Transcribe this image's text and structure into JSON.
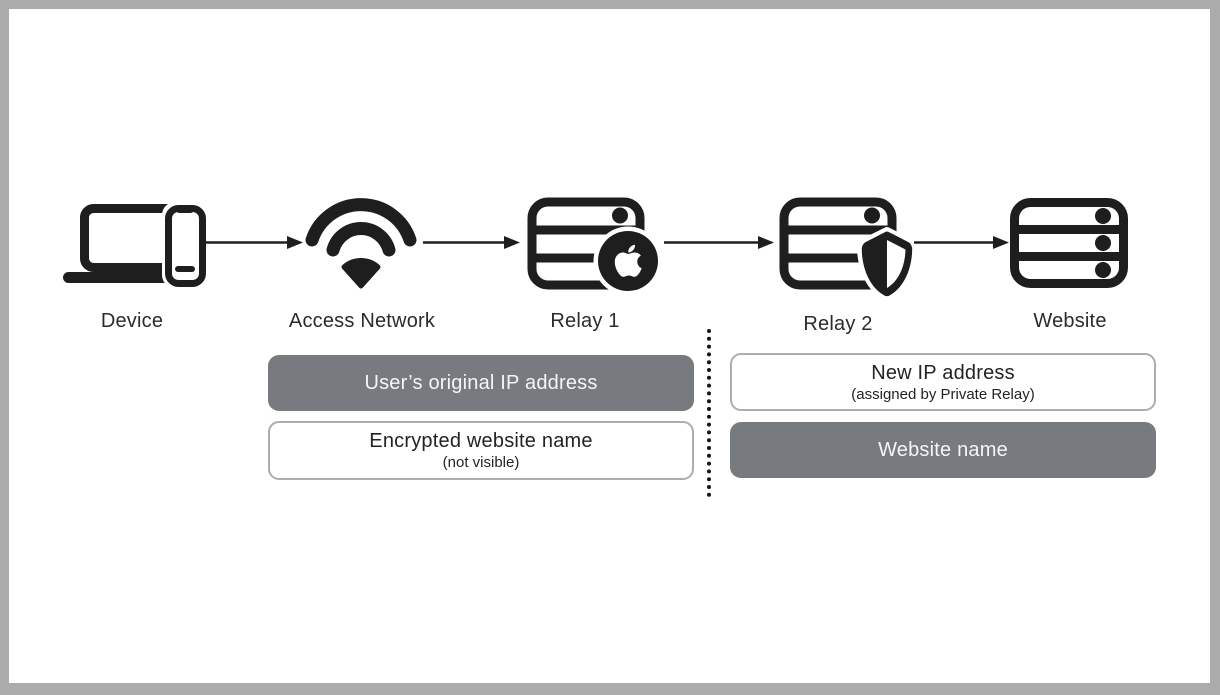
{
  "flow": {
    "nodes": [
      {
        "label": "Device",
        "icon": "laptop-phone-icon"
      },
      {
        "label": "Access Network",
        "icon": "wifi-icon"
      },
      {
        "label": "Relay 1",
        "icon": "server-apple-icon"
      },
      {
        "label": "Relay 2",
        "icon": "server-shield-icon"
      },
      {
        "label": "Website",
        "icon": "server-stack-icon"
      }
    ],
    "connectors": [
      "arrow",
      "arrow",
      "arrow",
      "arrow"
    ]
  },
  "annotations": {
    "left": {
      "box1": {
        "style": "filled",
        "text": "User’s original IP address"
      },
      "box2": {
        "style": "outlined",
        "text": "Encrypted website name",
        "subtext": "(not visible)"
      }
    },
    "right": {
      "box1": {
        "style": "outlined",
        "text": "New IP address",
        "subtext": "(assigned by Private Relay)"
      },
      "box2": {
        "style": "filled",
        "text": "Website name"
      }
    }
  },
  "colors": {
    "ink": "#1e1e1e",
    "filled_box_bg": "#777a7e",
    "filled_box_text": "#f5f5f5",
    "outlined_box_border": "#abadaf",
    "frame": "#ababab",
    "canvas": "#ffffff"
  }
}
